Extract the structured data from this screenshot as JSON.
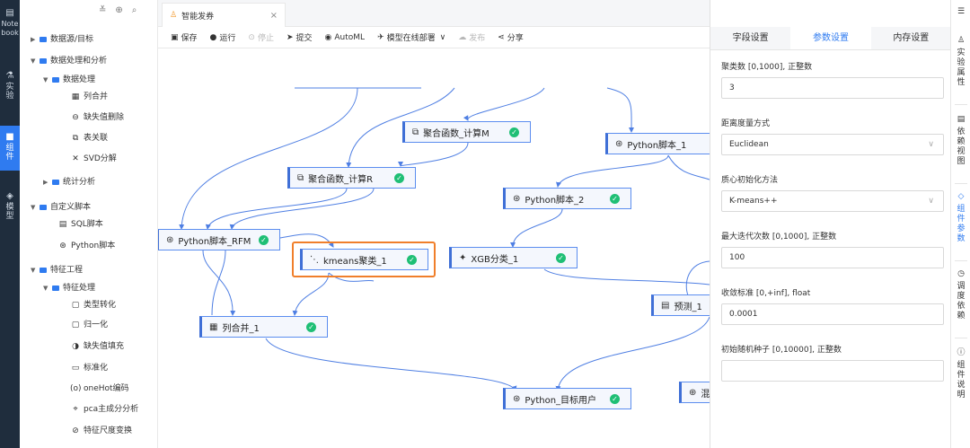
{
  "left_rail": {
    "items": [
      {
        "icon": "notebook-icon",
        "glyph": "▤",
        "label": "Note book"
      },
      {
        "icon": "experiment-icon",
        "glyph": "⚗",
        "label": "实验"
      },
      {
        "icon": "component-icon",
        "glyph": "■",
        "label": "组件"
      },
      {
        "icon": "model-icon",
        "glyph": "◈",
        "label": "模型"
      }
    ]
  },
  "tree": {
    "tools": [
      "≚",
      "⊕",
      "⌕"
    ],
    "items": [
      {
        "label": "数据源/目标",
        "type": "folder",
        "level": 0,
        "expanded": false
      },
      {
        "label": "数据处理和分析",
        "type": "folder",
        "level": 0,
        "expanded": true
      },
      {
        "label": "数据处理",
        "type": "folder",
        "level": 1,
        "expanded": true
      },
      {
        "label": "列合并",
        "type": "leaf",
        "level": 2,
        "glyph": "▦"
      },
      {
        "label": "缺失值删除",
        "type": "leaf",
        "level": 2,
        "glyph": "⊖"
      },
      {
        "label": "表关联",
        "type": "leaf",
        "level": 2,
        "glyph": "⧉"
      },
      {
        "label": "SVD分解",
        "type": "leaf",
        "level": 2,
        "glyph": "✕"
      },
      {
        "label": "统计分析",
        "type": "folder",
        "level": 1,
        "expanded": false
      },
      {
        "label": "自定义脚本",
        "type": "folder",
        "level": 0,
        "expanded": true
      },
      {
        "label": "SQL脚本",
        "type": "leaf",
        "level": 1,
        "glyph": "▤"
      },
      {
        "label": "Python脚本",
        "type": "leaf",
        "level": 1,
        "glyph": "⊛"
      },
      {
        "label": "特征工程",
        "type": "folder",
        "level": 0,
        "expanded": true
      },
      {
        "label": "特征处理",
        "type": "folder",
        "level": 1,
        "expanded": true
      },
      {
        "label": "类型转化",
        "type": "leaf",
        "level": 2,
        "glyph": "▢"
      },
      {
        "label": "归一化",
        "type": "leaf",
        "level": 2,
        "glyph": "▢"
      },
      {
        "label": "缺失值填充",
        "type": "leaf",
        "level": 2,
        "glyph": "◑"
      },
      {
        "label": "标准化",
        "type": "leaf",
        "level": 2,
        "glyph": "▭"
      },
      {
        "label": "oneHot编码",
        "type": "leaf",
        "level": 2,
        "glyph": "(o)"
      },
      {
        "label": "pca主成分分析",
        "type": "leaf",
        "level": 2,
        "glyph": "⌖"
      },
      {
        "label": "特征尺度变换",
        "type": "leaf",
        "level": 2,
        "glyph": "⊘"
      }
    ]
  },
  "tab": {
    "title": "智能发券",
    "icon": "flask-icon",
    "glyph": "♙",
    "close": "×"
  },
  "toolbar": [
    {
      "label": "保存",
      "glyph": "▣",
      "icon": "save-icon",
      "disabled": false
    },
    {
      "label": "运行",
      "glyph": "●",
      "icon": "run-icon",
      "disabled": false
    },
    {
      "label": "停止",
      "glyph": "⊙",
      "icon": "stop-icon",
      "disabled": true
    },
    {
      "label": "提交",
      "glyph": "➤",
      "icon": "submit-icon",
      "disabled": false
    },
    {
      "label": "AutoML",
      "glyph": "◉",
      "icon": "automl-icon",
      "disabled": false
    },
    {
      "label": "模型在线部署",
      "glyph": "✈",
      "icon": "deploy-icon",
      "disabled": false,
      "dropdown": "∨"
    },
    {
      "label": "发布",
      "glyph": "☁",
      "icon": "publish-icon",
      "disabled": true
    },
    {
      "label": "分享",
      "glyph": "⋖",
      "icon": "share-icon",
      "disabled": false
    }
  ],
  "canvas": {
    "nodes": [
      {
        "id": "agg-m",
        "label": "聚合函数_计算M",
        "glyph": "⧉",
        "check": true
      },
      {
        "id": "py1",
        "label": "Python脚本_1",
        "glyph": "⊛",
        "check": false
      },
      {
        "id": "agg-r",
        "label": "聚合函数_计算R",
        "glyph": "⧉",
        "check": true
      },
      {
        "id": "py2",
        "label": "Python脚本_2",
        "glyph": "⊛",
        "check": true
      },
      {
        "id": "py-rfm",
        "label": "Python脚本_RFM",
        "glyph": "⊛",
        "check": true
      },
      {
        "id": "kmeans",
        "label": "kmeans聚类_1",
        "glyph": "⋱",
        "check": true,
        "selected": true
      },
      {
        "id": "xgb",
        "label": "XGB分类_1",
        "glyph": "✦",
        "check": true
      },
      {
        "id": "predict",
        "label": "预测_1",
        "glyph": "▤",
        "check": false
      },
      {
        "id": "merge",
        "label": "列合并_1",
        "glyph": "▦",
        "check": true
      },
      {
        "id": "py-target",
        "label": "Python_目标用户",
        "glyph": "⊛",
        "check": true
      },
      {
        "id": "mix",
        "label": "混",
        "glyph": "⊕",
        "check": false
      }
    ],
    "check_glyph": "✓"
  },
  "right_panel": {
    "tabs": [
      {
        "label": "字段设置",
        "active": false
      },
      {
        "label": "参数设置",
        "active": true
      },
      {
        "label": "内存设置",
        "active": false
      }
    ],
    "fields": [
      {
        "label": "聚类数 [0,1000], 正整数",
        "value": "3",
        "dropdown": false
      },
      {
        "label": "距离度量方式",
        "value": "Euclidean",
        "dropdown": true
      },
      {
        "label": "质心初始化方法",
        "value": "K-means++",
        "dropdown": true
      },
      {
        "label": "最大迭代次数 [0,1000], 正整数",
        "value": "100",
        "dropdown": false
      },
      {
        "label": "收敛标准 [0,+inf], float",
        "value": "0.0001",
        "dropdown": false
      },
      {
        "label": "初始随机种子 [0,10000], 正整数",
        "value": "",
        "dropdown": false
      }
    ],
    "dropdown_glyph": "∨"
  },
  "right_strip": {
    "top_glyph": "☰",
    "items": [
      {
        "glyph": "♙",
        "label": "实验属性",
        "icon": "experiment-properties-icon",
        "active": false
      },
      {
        "glyph": "▤",
        "label": "依赖视图",
        "icon": "dependency-view-icon",
        "active": false
      },
      {
        "glyph": "◇",
        "label": "组件参数",
        "icon": "component-params-icon",
        "active": true
      },
      {
        "glyph": "◷",
        "label": "调度依赖",
        "icon": "schedule-dependency-icon",
        "active": false
      },
      {
        "glyph": "ⓘ",
        "label": "组件说明",
        "icon": "component-info-icon",
        "active": false
      }
    ]
  }
}
